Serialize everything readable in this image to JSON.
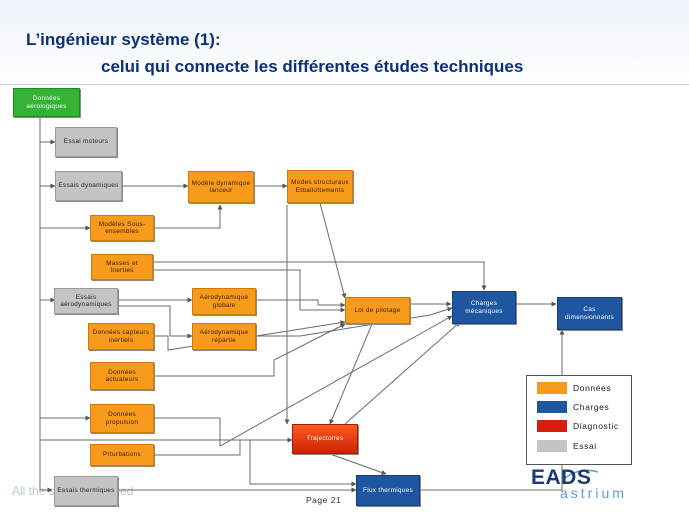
{
  "header": {
    "title_line1": "L’ingénieur système (1):",
    "title_line2": "celui qui connecte les différentes études techniques"
  },
  "nodes": {
    "donnees_aerologiques": "Données aérologiques",
    "essai_moteurs": "Essai moteurs",
    "essais_dynamiques": "Essais dynamiques",
    "modele_dynamique_lanceur": "Modèle dynamique lanceur",
    "modes_structuraux": "Modes structuraux Etballottements",
    "modeles_sous_ensembles": "Modèles Sous-ensembles",
    "masses_inerties": "Masses et Inerties",
    "essais_aerodynamiques": "Essais aérodynamiques",
    "aerodynamique_globale": "Aérodynamique globale",
    "loi_de_pilotage": "Loi de pilotage",
    "charges_mecaniques": "Charges mécaniques",
    "cas_dimensionnants": "Cas dimensionnants",
    "donnees_capteurs_inertiels": "Données capteurs inertiels",
    "aerodynamique_repartie": "Aérodynamique répartie",
    "donnees_actuateurs": "Données actuateurs",
    "donnees_propulsion": "Données propulsion",
    "trajectoires": "Trajectoires",
    "perturbations": "Prturbations",
    "essais_thermiques": "Essais thermiques",
    "flux_thermiques": "Flux thermiques"
  },
  "legend": [
    {
      "label": "Données",
      "color": "#f89a1c"
    },
    {
      "label": "Charges",
      "color": "#1e56a0"
    },
    {
      "label": "Diagnostic",
      "color": "#e03010"
    },
    {
      "label": "Essai",
      "color": "#c4c4c4"
    }
  ],
  "footer": {
    "tagline": "All the space you need",
    "page_label": "Page 21",
    "logo_main": "EADS",
    "logo_sub": "astrium"
  }
}
